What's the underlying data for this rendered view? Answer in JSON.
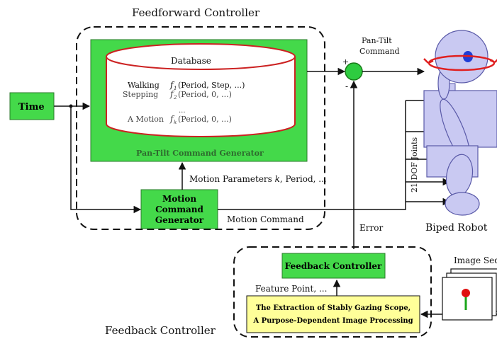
{
  "titles": {
    "feedforward": "Feedforward Controller",
    "feedback": "Feedback Controller"
  },
  "database": {
    "title": "Database",
    "rows": [
      {
        "name": "Walking",
        "func": "f",
        "sub": "1",
        "args": "(Period, Step, ...)"
      },
      {
        "name": "Stepping",
        "func": "f",
        "sub": "2",
        "args": "(Period, 0, ...)"
      },
      {
        "name": "...",
        "func": "",
        "sub": "",
        "args": ""
      },
      {
        "name": "A Motion",
        "func": "f",
        "sub": "k",
        "args": "(Period, 0, ...)"
      }
    ],
    "generator_label": "Pan-Tilt Command Generator"
  },
  "blocks": {
    "time": "Time",
    "motion_generator": [
      "Motion",
      "Command",
      "Generator"
    ],
    "feedback_controller": "Feedback Controller",
    "extraction": [
      "The Extraction of Stably Gazing Scope,",
      "A Purpose-Dependent Image Processing"
    ]
  },
  "labels": {
    "pan_tilt_command": [
      "Pan-Tilt",
      "Command"
    ],
    "motion_parameters_prefix": "Motion Parameters ",
    "motion_parameters_k": "k",
    "motion_parameters_suffix": ", Period, ...",
    "motion_command": "Motion Command",
    "error": "Error",
    "feature_point": "Feature Point, ...",
    "dof_joints": "21 DOF Joints",
    "biped_robot": "Biped Robot",
    "image_seq": "Image Seq.",
    "plus": "+",
    "minus": "-"
  },
  "colors": {
    "green_block": "#44d94a",
    "green_border": "#2a7a2a",
    "yellow_block": "#ffff99",
    "robot_fill": "#c9c9f2",
    "robot_stroke": "#5a5aa8",
    "eye": "#1e3cd6",
    "ring": "#e02020",
    "sum_node": "#2ecc40",
    "marker_red": "#e01010",
    "marker_green": "#1aa51a"
  }
}
